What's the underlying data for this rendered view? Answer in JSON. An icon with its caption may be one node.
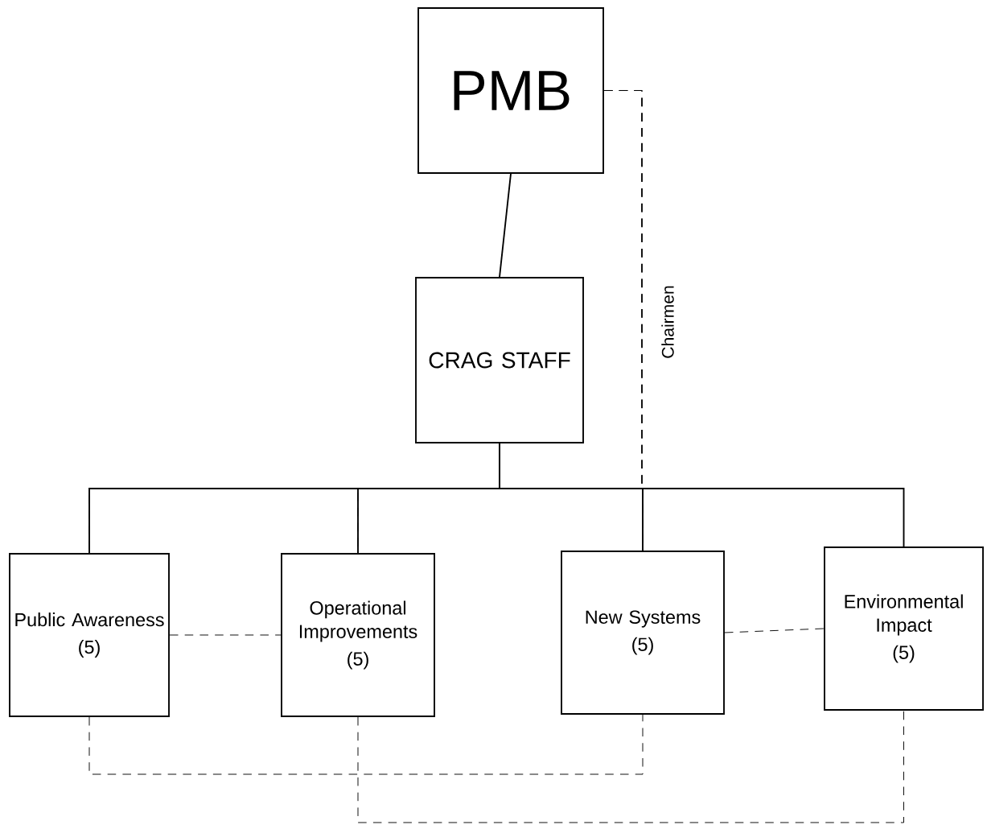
{
  "diagram": {
    "nodes": [
      {
        "text": [
          "PMB"
        ]
      },
      {
        "text": [
          "CRAG STAFF"
        ]
      },
      {
        "text": [
          "Public Awareness",
          "(5)"
        ]
      },
      {
        "text": [
          "Operational Improvements",
          "(5)"
        ]
      },
      {
        "text": [
          "New Systems",
          "(5)"
        ]
      },
      {
        "text": [
          "Environmental Impact",
          "(5)"
        ]
      }
    ],
    "edges": [
      {
        "from": 0,
        "to": 1,
        "arrow": "none"
      },
      {
        "from": 1,
        "to": 2,
        "arrow": "none"
      },
      {
        "from": 1,
        "to": 3,
        "arrow": "none"
      },
      {
        "from": 1,
        "to": 4,
        "arrow": "none"
      },
      {
        "from": 1,
        "to": 5,
        "arrow": "none"
      },
      {
        "from": 0,
        "to": 2,
        "arrow": "none",
        "style": "dashed"
      },
      {
        "from": 0,
        "to": 3,
        "arrow": "none",
        "style": "dashed"
      },
      {
        "from": 0,
        "to": 4,
        "arrow": "none",
        "style": "dashed"
      },
      {
        "from": 0,
        "to": 5,
        "arrow": "none",
        "style": "dashed"
      },
      {
        "from": 2,
        "to": 3,
        "arrow": "none",
        "style": "dashed"
      },
      {
        "from": 4,
        "to": 5,
        "arrow": "none",
        "style": "dashed"
      },
      {
        "from": 2,
        "to": 4,
        "arrow": "none",
        "style": "dashed"
      },
      {
        "from": 3,
        "to": 5,
        "arrow": "none",
        "style": "dashed"
      }
    ],
    "labels": [
      "Chairmen"
    ]
  }
}
